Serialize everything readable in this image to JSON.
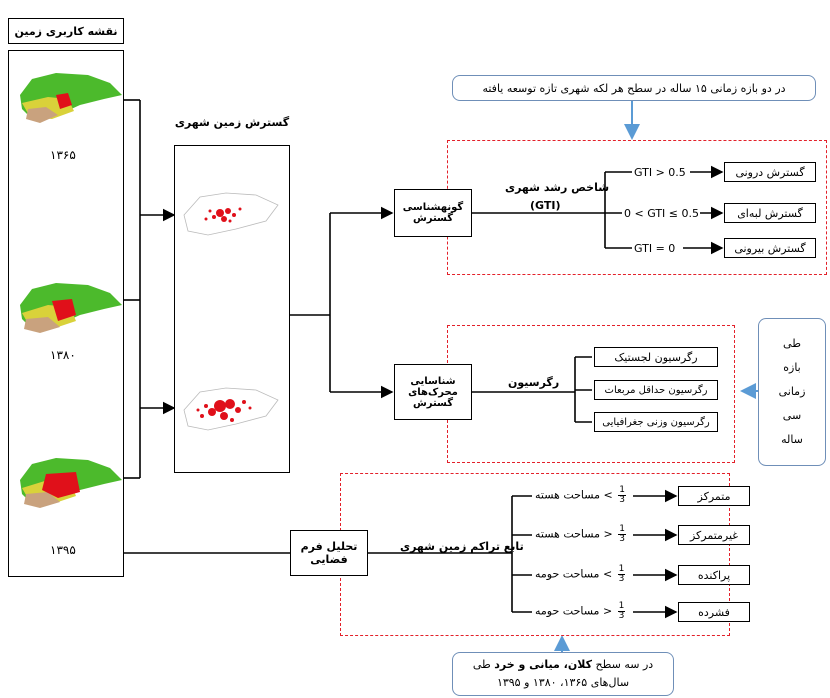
{
  "land_use_map": {
    "title": "نقشه کاربری زمین",
    "years": [
      "۱۳۶۵",
      "۱۳۸۰",
      "۱۳۹۵"
    ]
  },
  "urban_land_expansion": {
    "title": "گسترش زمین شهری"
  },
  "morphology": {
    "box_label": "گونهشناسی گسترش",
    "index_label": "شاخص رشد شهری",
    "index_abbr": "(GTI)",
    "conditions": [
      "GTI > 0.5",
      "0 < GTI ≤ 0.5",
      "GTI = 0"
    ],
    "outcomes": [
      "گسترش درونی",
      "گسترش لبه‌ای",
      "گسترش بیرونی"
    ],
    "note": "در دو بازه زمانی ۱۵ ساله در سطح هر لکه شهری تازه توسعه یافته"
  },
  "drivers": {
    "box_label": "شناسایی محرک‌های گسترش",
    "method_label": "رگرسیون",
    "regressions": [
      "رگرسیون لجستیک",
      "رگرسیون حداقل مربعات",
      "رگرسیون وزنی جغرافیایی"
    ],
    "note": [
      "طی",
      "بازه",
      "زمانی",
      "سی",
      "ساله"
    ]
  },
  "spatial_form": {
    "box_label": "تحلیل فرم فضایی",
    "function_label": "تابع تراکم زمین شهری",
    "fraction": {
      "num": "1",
      "den": "3"
    },
    "conditions": [
      {
        "rel": "<",
        "text": "مساحت هسته"
      },
      {
        "rel": ">",
        "text": "مساحت هسته"
      },
      {
        "rel": "<",
        "text": "مساحت حومه"
      },
      {
        "rel": ">",
        "text": "مساحت حومه"
      }
    ],
    "outcomes": [
      "متمرکز",
      "غیرمتمرکز",
      "پراکنده",
      "فشرده"
    ],
    "note_line1_prefix": "در سه سطح",
    "note_line1_bold": "کلان، میانی و خرد",
    "note_line1_suffix": "طی",
    "note_line2": "سال‌های ۱۳۶۵، ۱۳۸۰ و ۱۳۹۵"
  },
  "colors": {
    "dashed": "#e3202a",
    "note_border": "#6f8fb8",
    "note_arrow": "#5b9bd5",
    "map_green": "#4cba2c",
    "map_yellow": "#d9d23a",
    "map_brown": "#c9a27e",
    "map_red": "#e0101a"
  }
}
